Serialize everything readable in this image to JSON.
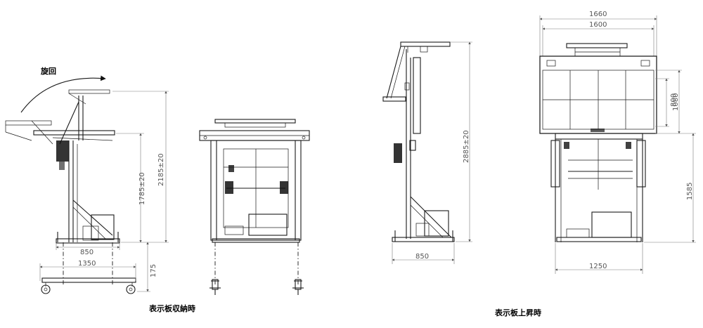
{
  "labels": {
    "rotation": "旋回",
    "caption_stowed": "表示板収納時",
    "caption_raised": "表示板上昇時"
  },
  "dimensions": {
    "side_stowed_base_width": "850",
    "side_stowed_wheel_span": "1350",
    "side_stowed_caster_height": "175",
    "side_stowed_height_1": "1785±20",
    "side_stowed_height_2": "2185±20",
    "side_raised_base_width": "850",
    "side_raised_height": "2885±20",
    "front_raised_total_width": "1660",
    "front_raised_panel_width": "1600",
    "front_raised_panel_height_outer": "1080",
    "front_raised_panel_height_inner": "800",
    "front_raised_frame_height": "1585",
    "front_raised_base_width": "1250"
  }
}
